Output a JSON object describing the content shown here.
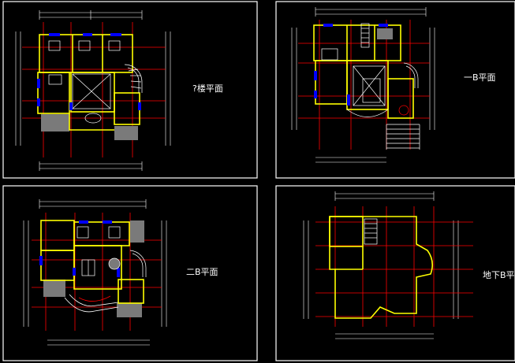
{
  "drawing": {
    "background": "#000000",
    "colors": {
      "frame": "#ffffff",
      "wall": "#ffff00",
      "grid": "#ff0000",
      "dimension": "#ffffff",
      "window": "#0000ff",
      "hatch": "#8c8c8c",
      "furniture": "#ffffff"
    },
    "sheets": [
      {
        "id": "top-left",
        "label": "?楼平面"
      },
      {
        "id": "top-right",
        "label": "一B平面"
      },
      {
        "id": "bottom-left",
        "label": "二B平面"
      },
      {
        "id": "bottom-right",
        "label": "地下B平面"
      }
    ]
  }
}
